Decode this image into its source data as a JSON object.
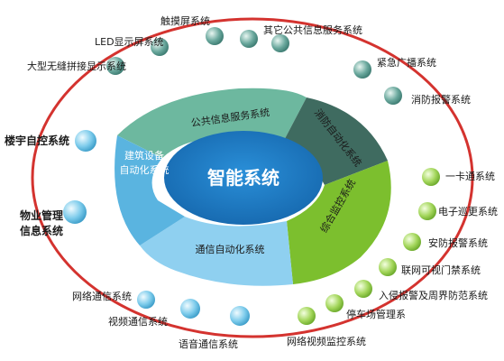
{
  "center": {
    "title": "智能系统"
  },
  "segments": {
    "public_info": "公共信息服务系统",
    "fire": "消防自动化系统",
    "building_l1": "建筑设备",
    "building_l2": "自动化系统",
    "comm": "通信自动化系统",
    "monitor": "综合监控系统"
  },
  "nodes": [
    {
      "label": "触摸屏系统",
      "color": "#5a9e94"
    },
    {
      "label": "其它公共信息服务系统",
      "color": "#5a9e94"
    },
    {
      "label": "LED显示屏系统",
      "color": "#5a9e94"
    },
    {
      "label": "大型无缝拼接显示系统",
      "color": "#5a9e94"
    },
    {
      "label": "紧急广播系统",
      "color": "#5a9e94"
    },
    {
      "label": "消防报警系统",
      "color": "#5a9e94"
    },
    {
      "label": "楼宇自控系统",
      "color": "#6fc0e0"
    },
    {
      "label": "物业管理",
      "color": "#6fc0e0"
    },
    {
      "label": "信息系统",
      "color": "#6fc0e0"
    },
    {
      "label": "一卡通系统",
      "color": "#8cc63f"
    },
    {
      "label": "电子巡更系统",
      "color": "#8cc63f"
    },
    {
      "label": "安防报警系统",
      "color": "#8cc63f"
    },
    {
      "label": "联网可视门禁系统",
      "color": "#8cc63f"
    },
    {
      "label": "入侵报警及周界防范系统",
      "color": "#8cc63f"
    },
    {
      "label": "停车场管理系",
      "color": "#8cc63f"
    },
    {
      "label": "网络视频监控系统",
      "color": "#8cc63f"
    },
    {
      "label": "网络通信系统",
      "color": "#6fc0e0"
    },
    {
      "label": "视频通信系统",
      "color": "#6fc0e0"
    },
    {
      "label": "语音通信系统",
      "color": "#6fc0e0"
    }
  ],
  "colors": {
    "ring": "#d4332f",
    "public_info_segment": "#6db89f",
    "fire_segment": "#3f6b60",
    "building_segment": "#5ab4e0",
    "comm_segment": "#8fd0f0",
    "monitor_segment": "#7cbf2e",
    "center": "#1e7fc8"
  }
}
